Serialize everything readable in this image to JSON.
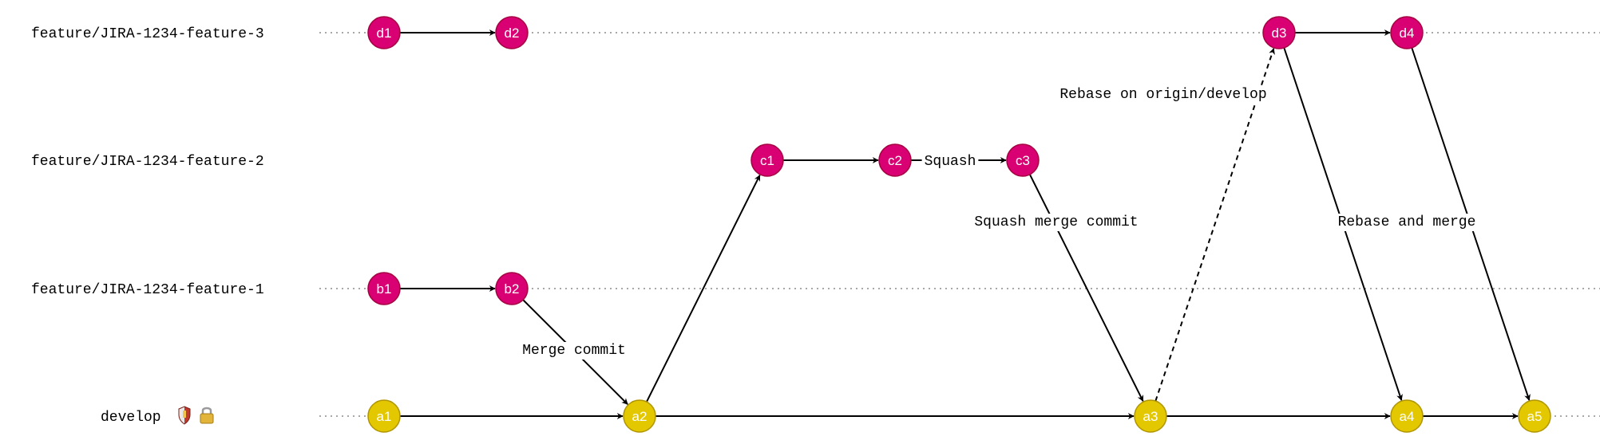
{
  "branches": [
    {
      "id": "feature3",
      "name": "feature/JIRA-1234-feature-3"
    },
    {
      "id": "feature2",
      "name": "feature/JIRA-1234-feature-2"
    },
    {
      "id": "feature1",
      "name": "feature/JIRA-1234-feature-1"
    },
    {
      "id": "develop",
      "name": "develop",
      "icons": [
        "shield-icon",
        "lock-icon"
      ]
    }
  ],
  "commits": [
    {
      "id": "d1",
      "branch": "feature3",
      "color": "#d80073"
    },
    {
      "id": "d2",
      "branch": "feature3",
      "color": "#d80073"
    },
    {
      "id": "d3",
      "branch": "feature3",
      "color": "#d80073"
    },
    {
      "id": "d4",
      "branch": "feature3",
      "color": "#d80073"
    },
    {
      "id": "c1",
      "branch": "feature2",
      "color": "#d80073"
    },
    {
      "id": "c2",
      "branch": "feature2",
      "color": "#d80073"
    },
    {
      "id": "c3",
      "branch": "feature2",
      "color": "#d80073"
    },
    {
      "id": "b1",
      "branch": "feature1",
      "color": "#d80073"
    },
    {
      "id": "b2",
      "branch": "feature1",
      "color": "#d80073"
    },
    {
      "id": "a1",
      "branch": "develop",
      "color": "#e3c800"
    },
    {
      "id": "a2",
      "branch": "develop",
      "color": "#e3c800"
    },
    {
      "id": "a3",
      "branch": "develop",
      "color": "#e3c800"
    },
    {
      "id": "a4",
      "branch": "develop",
      "color": "#e3c800"
    },
    {
      "id": "a5",
      "branch": "develop",
      "color": "#e3c800"
    }
  ],
  "edges": [
    {
      "from": "d1",
      "to": "d2",
      "style": "solid",
      "label": ""
    },
    {
      "from": "d3",
      "to": "d4",
      "style": "solid",
      "label": ""
    },
    {
      "from": "c1",
      "to": "c2",
      "style": "solid",
      "label": ""
    },
    {
      "from": "c2",
      "to": "c3",
      "style": "solid",
      "label": "Squash"
    },
    {
      "from": "b1",
      "to": "b2",
      "style": "solid",
      "label": ""
    },
    {
      "from": "a1",
      "to": "a2",
      "style": "solid",
      "label": ""
    },
    {
      "from": "a2",
      "to": "a3",
      "style": "solid",
      "label": ""
    },
    {
      "from": "a3",
      "to": "a4",
      "style": "solid",
      "label": ""
    },
    {
      "from": "a4",
      "to": "a5",
      "style": "solid",
      "label": ""
    },
    {
      "from": "b2",
      "to": "a2",
      "style": "solid",
      "label": "Merge commit"
    },
    {
      "from": "a2",
      "to": "c1",
      "style": "solid",
      "label": ""
    },
    {
      "from": "c3",
      "to": "a3",
      "style": "solid",
      "label": "Squash merge commit"
    },
    {
      "from": "a3",
      "to": "d3",
      "style": "dashed",
      "label": "Rebase on origin/develop"
    },
    {
      "from": "d3",
      "to": "a4",
      "style": "solid",
      "label": "Rebase and merge"
    },
    {
      "from": "d4",
      "to": "a5",
      "style": "solid",
      "label": ""
    }
  ],
  "colors": {
    "feature_commit": "#d80073",
    "feature_commit_stroke": "#a50040",
    "develop_commit": "#e3c800",
    "develop_commit_stroke": "#b09500",
    "lane_line": "#8a8a8a"
  }
}
